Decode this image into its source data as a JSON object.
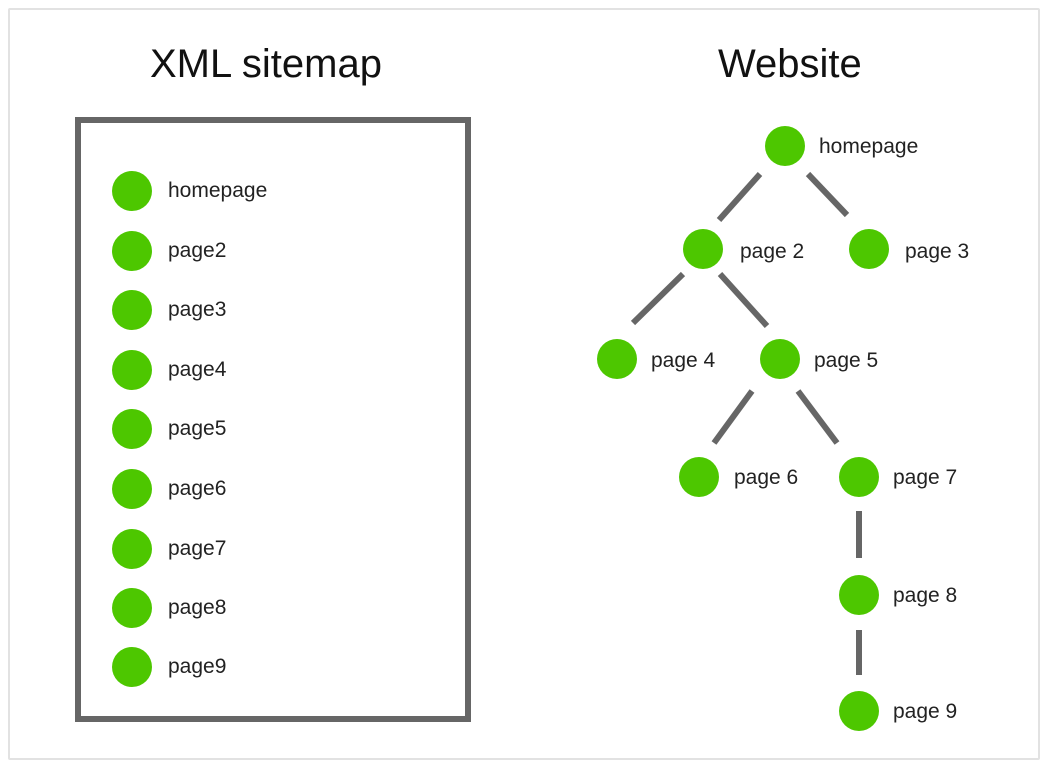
{
  "colors": {
    "node": "#4dc700",
    "edge": "#666666",
    "box_border": "#666666"
  },
  "sitemap": {
    "title": "XML sitemap",
    "items": [
      "homepage",
      "page2",
      "page3",
      "page4",
      "page5",
      "page6",
      "page7",
      "page8",
      "page9"
    ]
  },
  "website": {
    "title": "Website",
    "nodes": {
      "homepage": "homepage",
      "page2": "page 2",
      "page3": "page 3",
      "page4": "page 4",
      "page5": "page 5",
      "page6": "page 6",
      "page7": "page 7",
      "page8": "page 8",
      "page9": "page 9"
    },
    "edges": [
      [
        "homepage",
        "page2"
      ],
      [
        "homepage",
        "page3"
      ],
      [
        "page2",
        "page4"
      ],
      [
        "page2",
        "page5"
      ],
      [
        "page5",
        "page6"
      ],
      [
        "page5",
        "page7"
      ],
      [
        "page7",
        "page8"
      ],
      [
        "page8",
        "page9"
      ]
    ]
  }
}
